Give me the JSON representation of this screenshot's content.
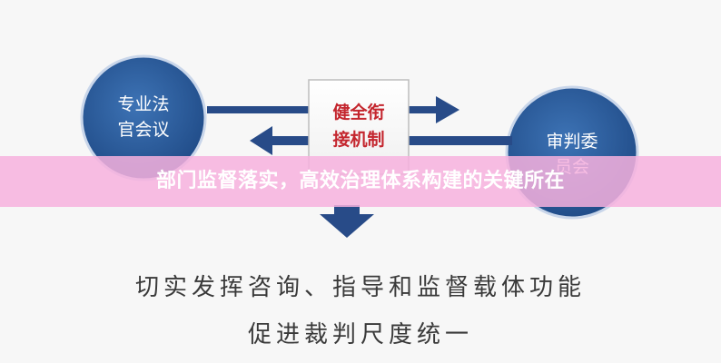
{
  "diagram": {
    "left_node": {
      "line1": "专业法",
      "line2": "官会议"
    },
    "center_box": {
      "line1": "健全衔",
      "line2": "接机制"
    },
    "right_node": {
      "line1": "审判委",
      "line2": "员会"
    },
    "outcome": {
      "line1": "切实发挥咨询、指导和监督载体功能",
      "line2": "促进裁判尺度统一"
    }
  },
  "banner": {
    "title": "部门监督落实，高效治理体系构建的关键所在"
  },
  "colors": {
    "node_blue": "#2b5b9c",
    "arrow_blue": "#284b88",
    "center_text_red": "#c4262e",
    "banner_pink": "#f7b2de"
  }
}
